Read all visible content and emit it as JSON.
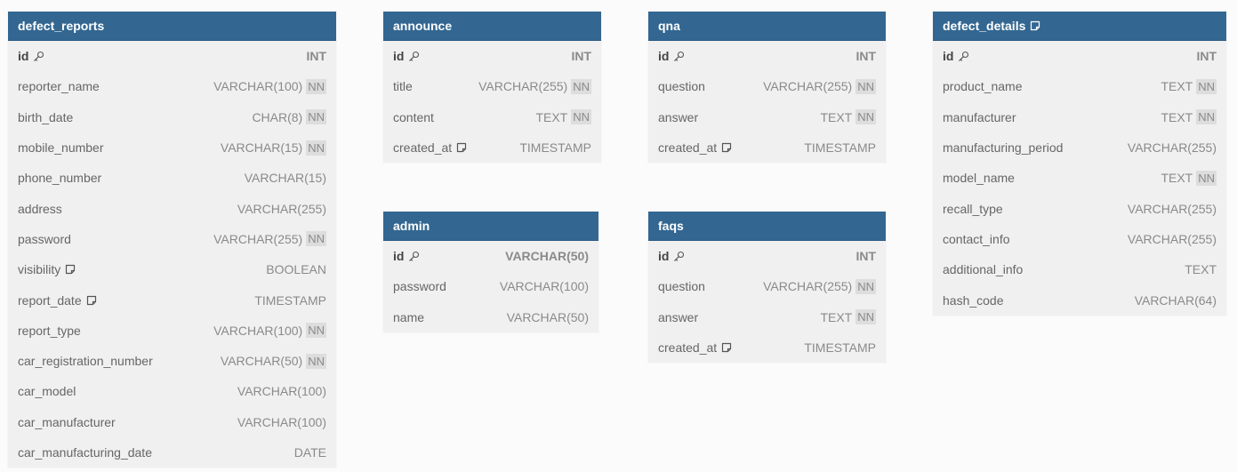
{
  "tables": {
    "defect_reports": {
      "name": "defect_reports",
      "columns": [
        {
          "name": "id",
          "type": "INT",
          "pk": true
        },
        {
          "name": "reporter_name",
          "type": "VARCHAR(100)",
          "nn": "NN"
        },
        {
          "name": "birth_date",
          "type": "CHAR(8)",
          "nn": "NN"
        },
        {
          "name": "mobile_number",
          "type": "VARCHAR(15)",
          "nn": "NN"
        },
        {
          "name": "phone_number",
          "type": "VARCHAR(15)"
        },
        {
          "name": "address",
          "type": "VARCHAR(255)"
        },
        {
          "name": "password",
          "type": "VARCHAR(255)",
          "nn": "NN"
        },
        {
          "name": "visibility",
          "type": "BOOLEAN",
          "note": true
        },
        {
          "name": "report_date",
          "type": "TIMESTAMP",
          "note": true
        },
        {
          "name": "report_type",
          "type": "VARCHAR(100)",
          "nn": "NN"
        },
        {
          "name": "car_registration_number",
          "type": "VARCHAR(50)",
          "nn": "NN"
        },
        {
          "name": "car_model",
          "type": "VARCHAR(100)"
        },
        {
          "name": "car_manufacturer",
          "type": "VARCHAR(100)"
        },
        {
          "name": "car_manufacturing_date",
          "type": "DATE"
        }
      ]
    },
    "announce": {
      "name": "announce",
      "columns": [
        {
          "name": "id",
          "type": "INT",
          "pk": true
        },
        {
          "name": "title",
          "type": "VARCHAR(255)",
          "nn": "NN"
        },
        {
          "name": "content",
          "type": "TEXT",
          "nn": "NN"
        },
        {
          "name": "created_at",
          "type": "TIMESTAMP",
          "note": true
        }
      ]
    },
    "admin": {
      "name": "admin",
      "columns": [
        {
          "name": "id",
          "type": "VARCHAR(50)",
          "pk": true
        },
        {
          "name": "password",
          "type": "VARCHAR(100)"
        },
        {
          "name": "name",
          "type": "VARCHAR(50)"
        }
      ]
    },
    "qna": {
      "name": "qna",
      "columns": [
        {
          "name": "id",
          "type": "INT",
          "pk": true
        },
        {
          "name": "question",
          "type": "VARCHAR(255)",
          "nn": "NN"
        },
        {
          "name": "answer",
          "type": "TEXT",
          "nn": "NN"
        },
        {
          "name": "created_at",
          "type": "TIMESTAMP",
          "note": true
        }
      ]
    },
    "faqs": {
      "name": "faqs",
      "columns": [
        {
          "name": "id",
          "type": "INT",
          "pk": true
        },
        {
          "name": "question",
          "type": "VARCHAR(255)",
          "nn": "NN"
        },
        {
          "name": "answer",
          "type": "TEXT",
          "nn": "NN"
        },
        {
          "name": "created_at",
          "type": "TIMESTAMP",
          "note": true
        }
      ]
    },
    "defect_details": {
      "name": "defect_details",
      "header_note": true,
      "columns": [
        {
          "name": "id",
          "type": "INT",
          "pk": true
        },
        {
          "name": "product_name",
          "type": "TEXT",
          "nn": "NN"
        },
        {
          "name": "manufacturer",
          "type": "TEXT",
          "nn": "NN"
        },
        {
          "name": "manufacturing_period",
          "type": "VARCHAR(255)"
        },
        {
          "name": "model_name",
          "type": "TEXT",
          "nn": "NN"
        },
        {
          "name": "recall_type",
          "type": "VARCHAR(255)"
        },
        {
          "name": "contact_info",
          "type": "VARCHAR(255)"
        },
        {
          "name": "additional_info",
          "type": "TEXT"
        },
        {
          "name": "hash_code",
          "type": "VARCHAR(64)"
        }
      ]
    }
  },
  "icons": {
    "key": "key-icon",
    "note": "note-icon"
  },
  "colors": {
    "header": "#336791",
    "body": "#f0f0f0",
    "background": "#fbfbfb"
  }
}
